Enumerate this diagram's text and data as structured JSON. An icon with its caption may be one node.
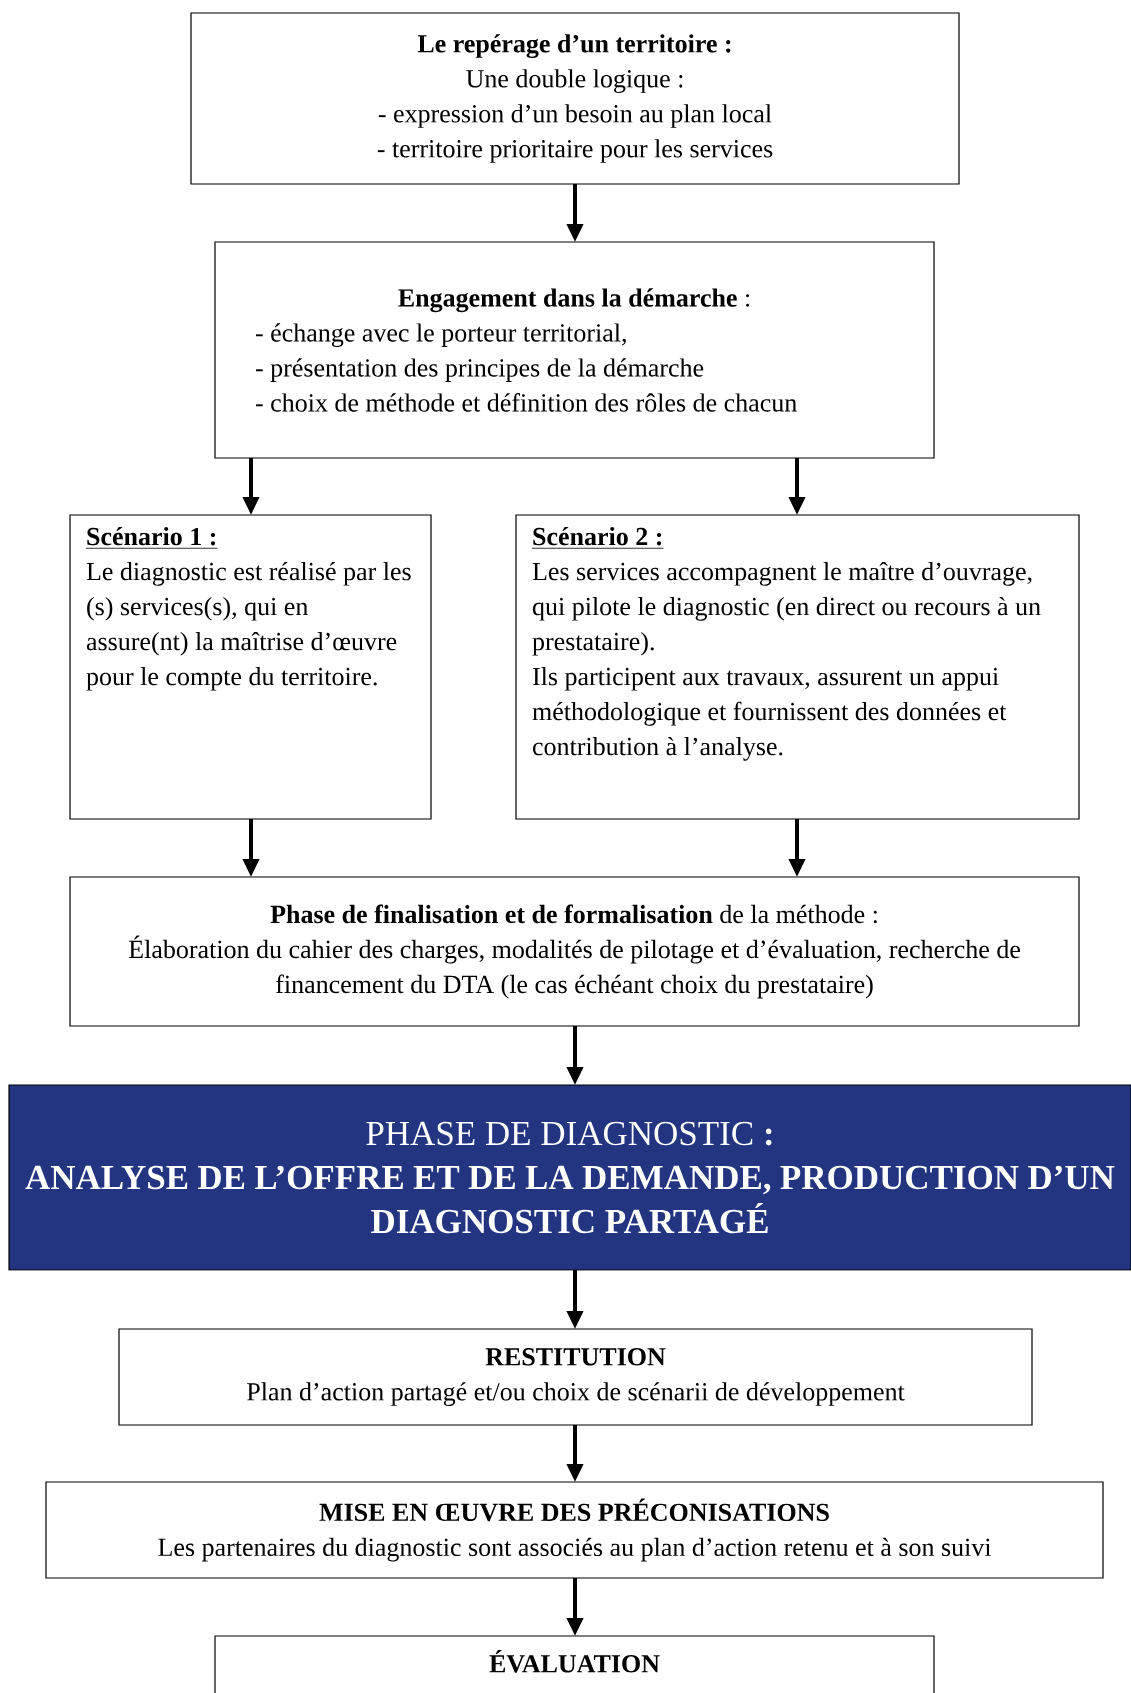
{
  "diagram": {
    "nodes": [
      {
        "text": [
          "Le repérage d’un territoire :",
          "Une double logique :",
          "- expression d’un besoin au plan local",
          "- territoire prioritaire pour les services"
        ]
      },
      {
        "text": [
          "**Engagement dans la démarche** :",
          "- échange avec le porteur territorial,",
          "- présentation des principes de la démarche",
          "- choix de méthode et définition des rôles de chacun"
        ]
      },
      {
        "text": [
          "Scénario 1 :",
          "Le diagnostic est réalisé par les (s) services(s), qui en assure(nt) la maîtrise d’œuvre pour le compte du territoire."
        ]
      },
      {
        "text": [
          "Scénario 2 :",
          "Les services accompagnent le maître d’ouvrage, qui pilote le diagnostic (en direct ou recours à un prestataire).",
          "Ils participent aux travaux, assurent un appui méthodologique et fournissent des données et contribution à l’analyse."
        ]
      },
      {
        "text": [
          "**Phase de finalisation et de formalisation** de la méthode :",
          "Élaboration du cahier des charges, modalités de pilotage et d’évaluation, recherche de financement du DTA (le cas échéant choix du prestataire)"
        ]
      },
      {
        "text": [
          "PHASE DE DIAGNOSTIC **:**",
          "ANALYSE DE L’OFFRE ET DE LA DEMANDE, PRODUCTION D’UN DIAGNOSTIC PARTAGÉ"
        ]
      },
      {
        "text": [
          "RESTITUTION",
          "Plan d’action partagé et/ou choix de scénarii de développement"
        ]
      },
      {
        "text": [
          "MISE EN ŒUVRE DES PRÉCONISATIONS",
          "Les partenaires du diagnostic sont associés au plan d’action retenu et à son suivi"
        ]
      },
      {
        "text": [
          "ÉVALUATION"
        ]
      }
    ],
    "edges": [
      {
        "from": 0,
        "to": 1,
        "arrow": "to"
      },
      {
        "from": 1,
        "to": 2,
        "arrow": "to"
      },
      {
        "from": 1,
        "to": 3,
        "arrow": "to"
      },
      {
        "from": 2,
        "to": 4,
        "arrow": "to"
      },
      {
        "from": 3,
        "to": 4,
        "arrow": "to"
      },
      {
        "from": 4,
        "to": 5,
        "arrow": "to"
      },
      {
        "from": 5,
        "to": 6,
        "arrow": "to"
      },
      {
        "from": 6,
        "to": 7,
        "arrow": "to"
      },
      {
        "from": 7,
        "to": 8,
        "arrow": "to"
      }
    ]
  }
}
